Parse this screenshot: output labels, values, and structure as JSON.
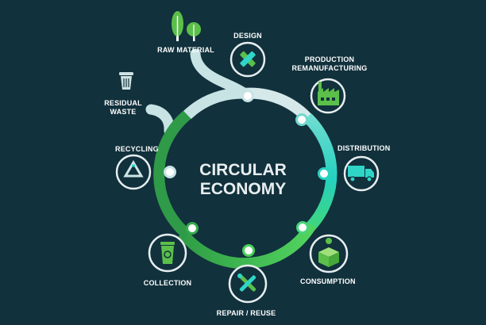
{
  "title": {
    "line1": "CIRCULAR",
    "line2": "ECONOMY"
  },
  "stages": {
    "raw_material": "RAW MATERIAL",
    "design": "DESIGN",
    "production_line1": "PRODUCTION",
    "production_line2": "REMANUFACTURING",
    "distribution": "DISTRIBUTION",
    "consumption": "CONSUMPTION",
    "repair": "REPAIR / REUSE",
    "collection": "COLLECTION",
    "recycling": "RECYCLING",
    "residual_line1": "RESIDUAL",
    "residual_line2": "WASTE"
  },
  "colors": {
    "background": "#11313c",
    "ring_light": "#c8e3e4",
    "ring_teal": "#2fd6c8",
    "ring_green": "#31a84b",
    "ring_bright_green": "#5fd86a",
    "icon_border": "#e7eef0",
    "icon_green": "#5bbf4a"
  },
  "icons": {
    "raw_material": "trees-icon",
    "design": "pencil-ruler-icon",
    "production": "factory-icon",
    "distribution": "truck-icon",
    "consumption": "box-icon",
    "repair": "tools-icon",
    "collection": "bin-icon",
    "recycling": "recycle-icon",
    "residual": "trash-can-icon"
  }
}
